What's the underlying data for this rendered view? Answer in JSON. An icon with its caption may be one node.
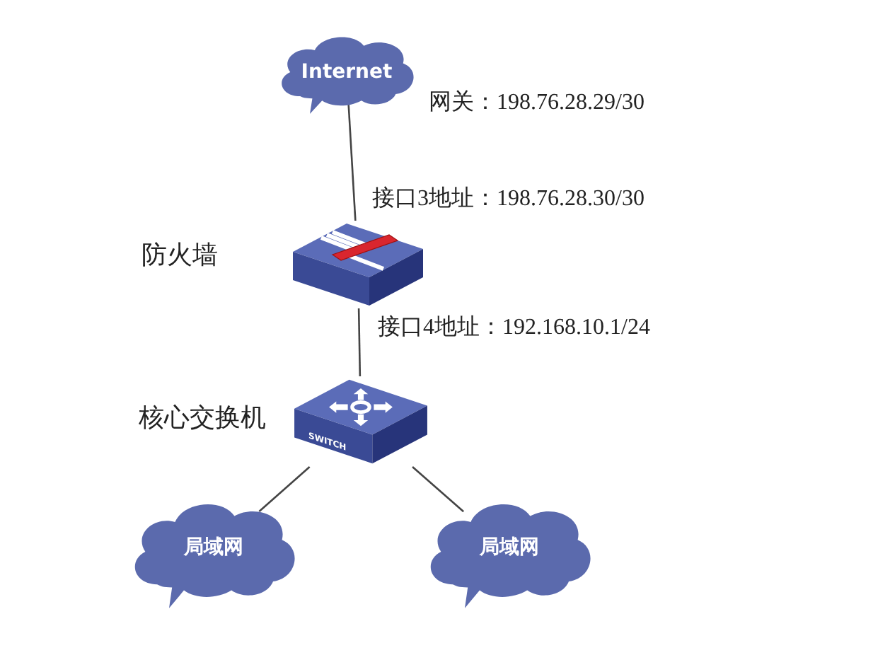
{
  "diagram": {
    "nodes": [
      {
        "text": [
          "Internet"
        ]
      },
      {
        "text": [],
        "shape": "picture",
        "beside": [
          "防火墙"
        ]
      },
      {
        "text": [
          "SWITCH"
        ],
        "beside": [
          "核心交换机"
        ]
      },
      {
        "text": [
          "局域网"
        ]
      },
      {
        "text": [
          "局域网"
        ]
      }
    ],
    "edges": [
      {
        "from": 0,
        "to": 1,
        "arrow": "none"
      },
      {
        "from": 1,
        "to": 2,
        "arrow": "none"
      },
      {
        "from": 2,
        "to": 3,
        "arrow": "none"
      },
      {
        "from": 2,
        "to": 4,
        "arrow": "none"
      }
    ],
    "labels": [
      "网关：198.76.28.29/30",
      "接口3地址：198.76.28.30/30",
      "接口4地址：192.168.10.1/24"
    ]
  }
}
